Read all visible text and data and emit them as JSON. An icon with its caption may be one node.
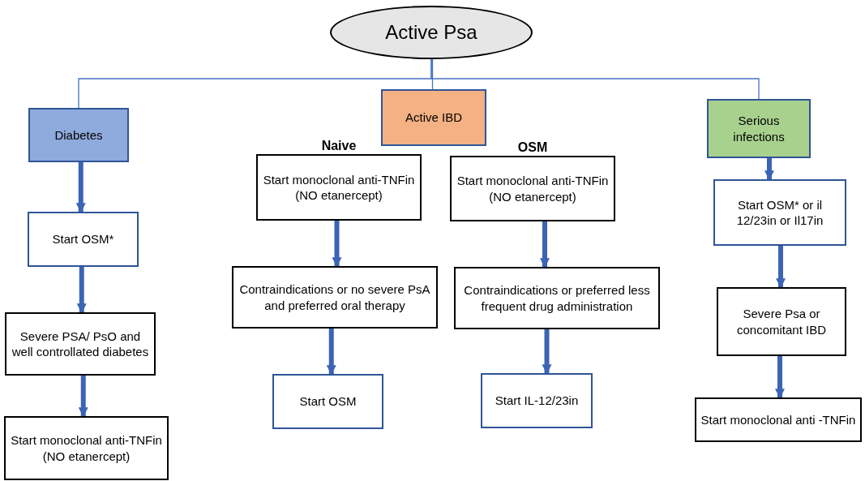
{
  "diagram": {
    "nodes": [
      {
        "text": [
          "Active Psa"
        ]
      },
      {
        "text": [
          "Diabetes"
        ]
      },
      {
        "text": [
          "Active IBD"
        ]
      },
      {
        "text": [
          "Serious infections"
        ]
      },
      {
        "text": [
          "Naive",
          "Start monoclonal anti-TNFin (NO etanercept)"
        ]
      },
      {
        "text": [
          "OSM",
          "Start monoclonal anti-TNFin (NO etanercept)"
        ]
      },
      {
        "text": [
          "Start OSM*"
        ]
      },
      {
        "text": [
          "Start  OSM* or il 12/23in or Il17in"
        ]
      },
      {
        "text": [
          "Contraindications or no severe PsA and preferred oral therapy"
        ]
      },
      {
        "text": [
          "Contraindications or preferred less frequent drug administration"
        ]
      },
      {
        "text": [
          "Severe Psa or concomitant IBD"
        ]
      },
      {
        "text": [
          "Severe PSA/ PsO and well controllated diabetes"
        ]
      },
      {
        "text": [
          "Start OSM"
        ]
      },
      {
        "text": [
          "Start IL-12/23in"
        ]
      },
      {
        "text": [
          "Start monoclonal anti -TNFin"
        ]
      },
      {
        "text": [
          "Start monoclonal anti-TNFin (NO etanercept)"
        ]
      }
    ],
    "edges": [
      {
        "from": 0,
        "to": 1,
        "arrow": "none",
        "color": "#4472c4"
      },
      {
        "from": 0,
        "to": 2,
        "arrow": "none",
        "color": "#4472c4"
      },
      {
        "from": 0,
        "to": 3,
        "arrow": "none",
        "color": "#4472c4"
      },
      {
        "from": 1,
        "to": 6,
        "arrow": "to"
      },
      {
        "from": 6,
        "to": 11,
        "arrow": "to"
      },
      {
        "from": 11,
        "to": 15,
        "arrow": "to"
      },
      {
        "from": 4,
        "to": 8,
        "arrow": "to"
      },
      {
        "from": 8,
        "to": 12,
        "arrow": "to"
      },
      {
        "from": 5,
        "to": 9,
        "arrow": "to"
      },
      {
        "from": 9,
        "to": 13,
        "arrow": "to"
      },
      {
        "from": 3,
        "to": 7,
        "arrow": "to"
      },
      {
        "from": 7,
        "to": 10,
        "arrow": "to"
      },
      {
        "from": 10,
        "to": 14,
        "arrow": "to"
      }
    ]
  }
}
